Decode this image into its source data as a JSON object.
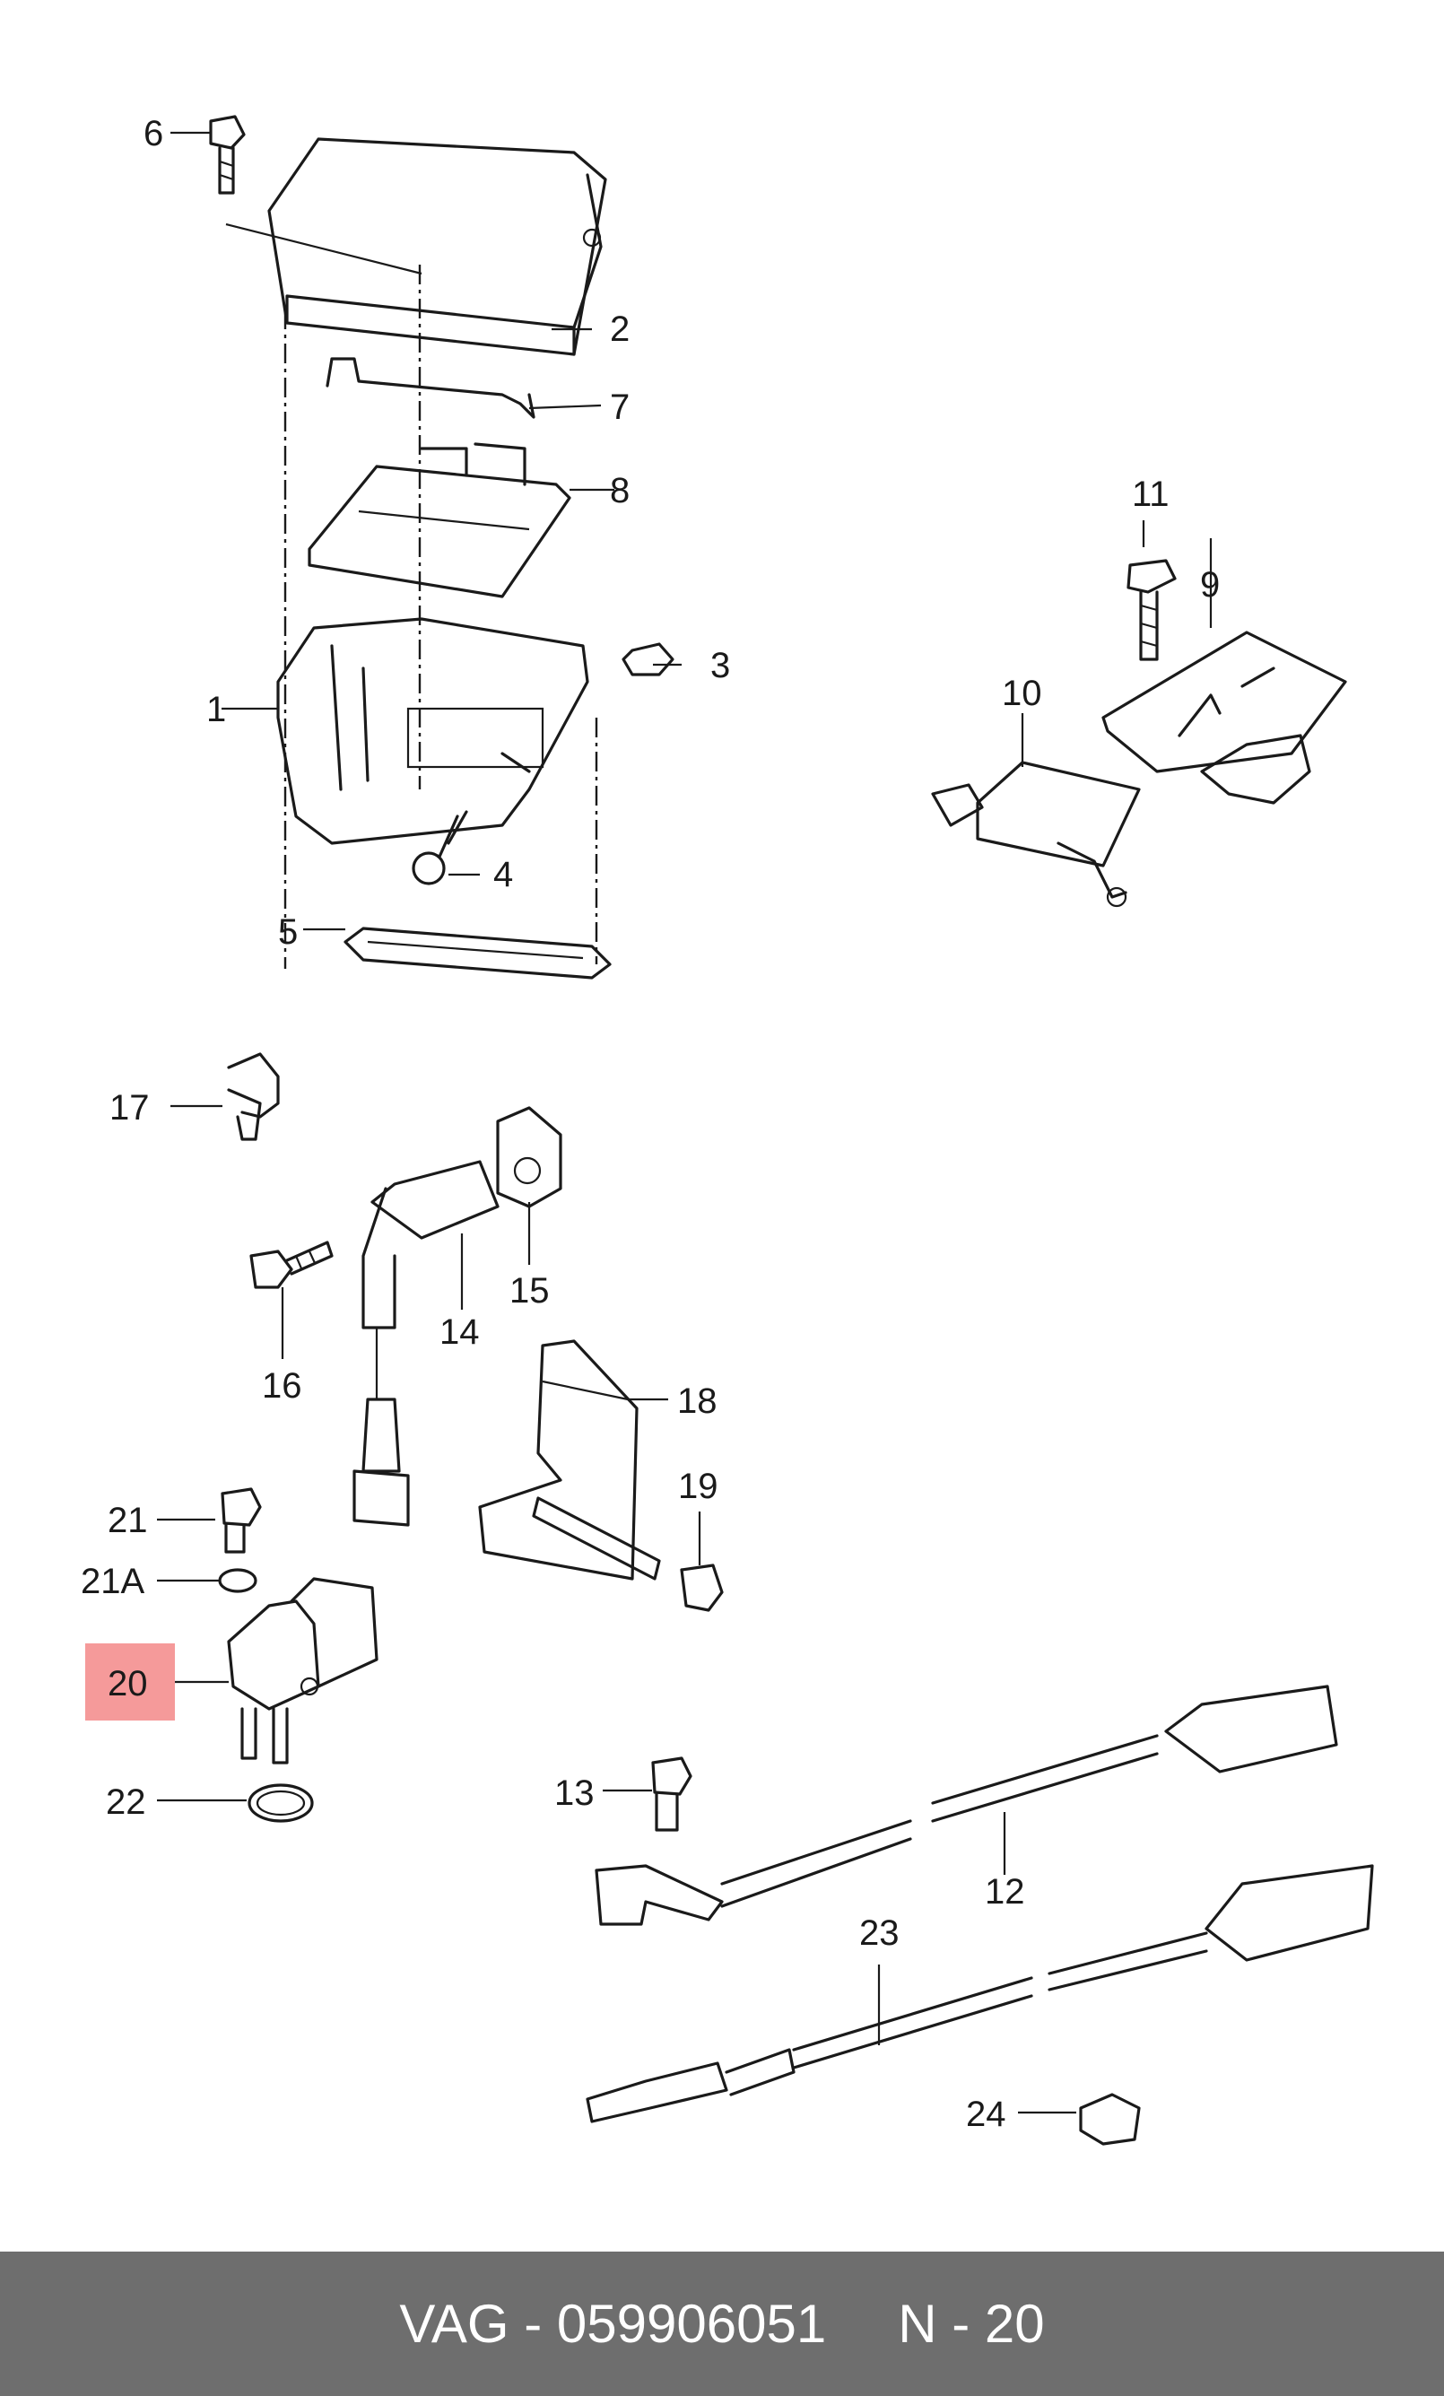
{
  "diagram": {
    "callouts": {
      "c1": "1",
      "c2": "2",
      "c3": "3",
      "c4": "4",
      "c5": "5",
      "c6": "6",
      "c7": "7",
      "c8": "8",
      "c9": "9",
      "c10": "10",
      "c11": "11",
      "c12": "12",
      "c13": "13",
      "c14": "14",
      "c15": "15",
      "c16": "16",
      "c17": "17",
      "c18": "18",
      "c19": "19",
      "c20": "20",
      "c21": "21",
      "c21a": "21A",
      "c22": "22",
      "c23": "23",
      "c24": "24"
    },
    "highlight_color": "#f59a9a"
  },
  "footer": {
    "brand_part": "VAG - 059906051",
    "position": "N - 20",
    "background": "#6e6e6e"
  }
}
